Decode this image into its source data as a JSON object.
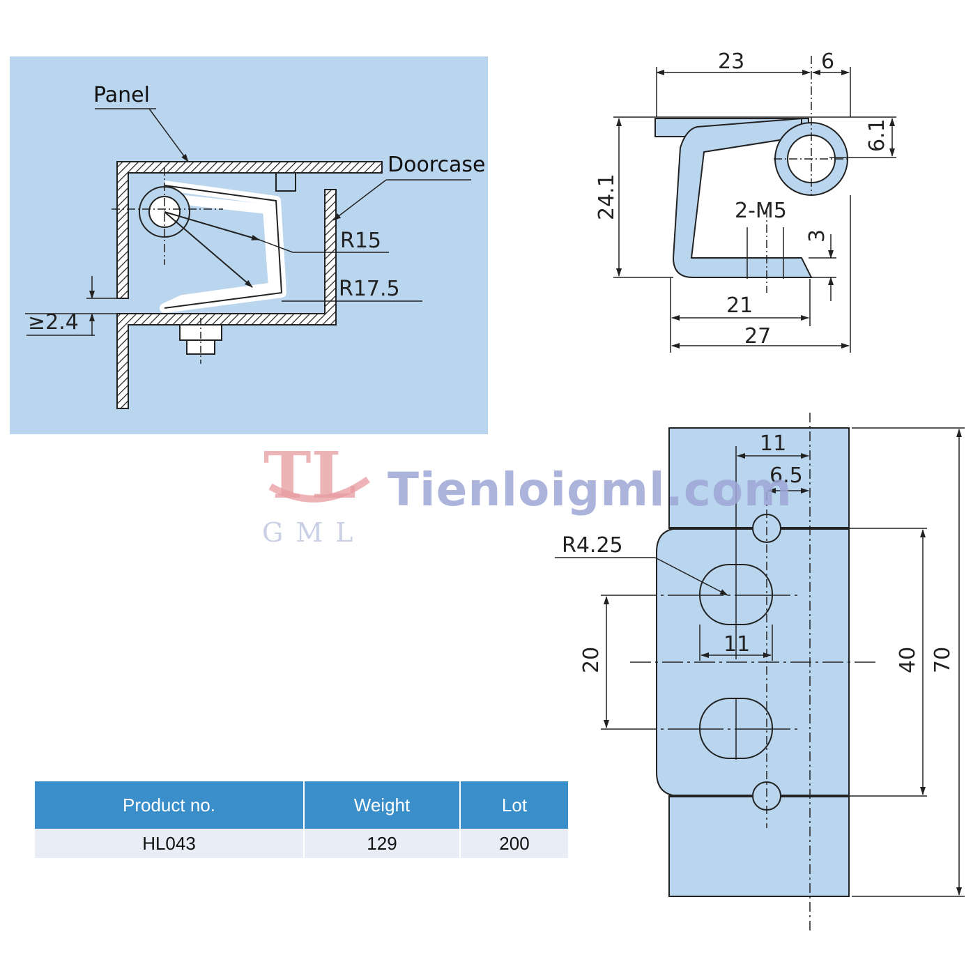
{
  "section_view": {
    "panel_label": "Panel",
    "doorcase_label": "Doorcase",
    "r15_label": "R15",
    "r175_label": "R17.5",
    "gap_label": "≥2.4"
  },
  "side_view": {
    "dim_23": "23",
    "dim_6": "6",
    "dim_6_1": "6.1",
    "dim_24_1": "24.1",
    "dim_thread": "2-M5",
    "dim_3": "3",
    "dim_21": "21",
    "dim_27": "27"
  },
  "front_view": {
    "dim_11_top": "11",
    "dim_6_5": "6.5",
    "dim_r4_25": "R4.25",
    "dim_11_slot": "11",
    "dim_20": "20",
    "dim_40": "40",
    "dim_70": "70"
  },
  "watermark": {
    "logo_letters": "TL",
    "logo_sub": "GML",
    "site": "Tienloigml.com"
  },
  "product_table": {
    "headers": [
      "Product no.",
      "Weight",
      "Lot"
    ],
    "row": [
      "HL043",
      "129",
      "200"
    ]
  },
  "colors": {
    "part_fill": "#bad5ee",
    "header_blue": "#3a8fca",
    "row_bg": "#e9edf5"
  }
}
